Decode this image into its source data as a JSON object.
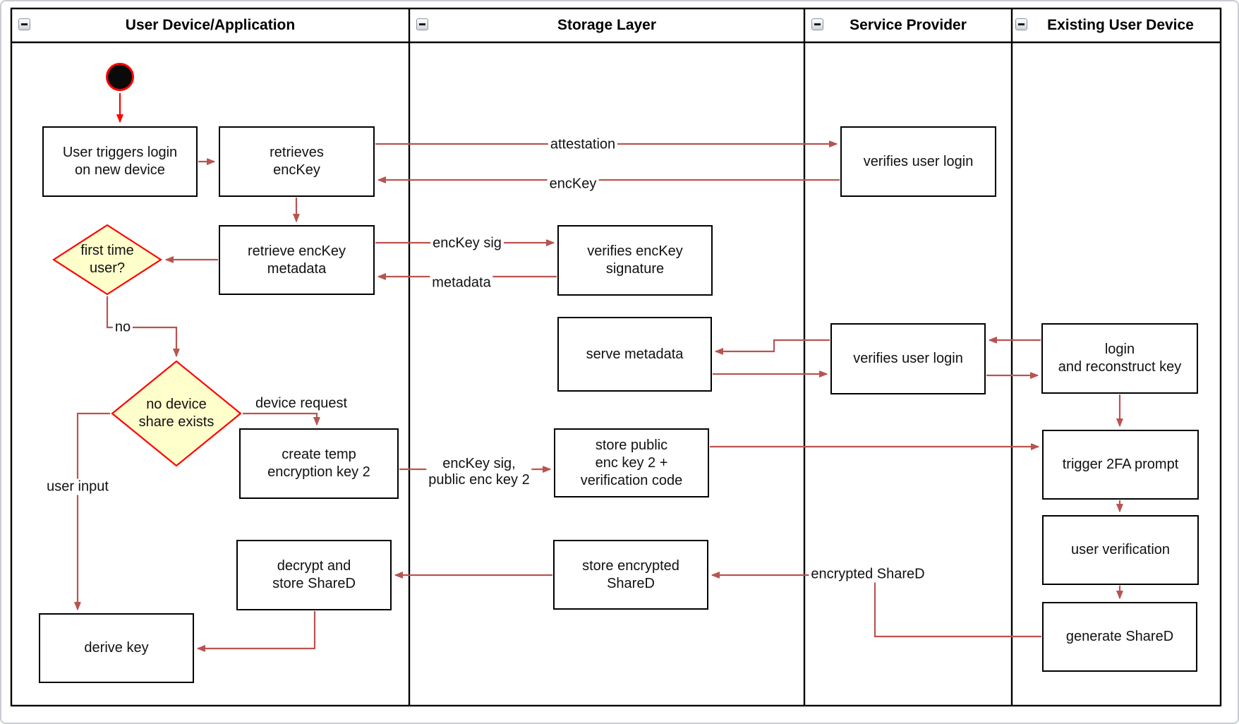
{
  "lanes": [
    {
      "id": "user-device",
      "title": "User Device/Application"
    },
    {
      "id": "storage-layer",
      "title": "Storage Layer"
    },
    {
      "id": "service-provider",
      "title": "Service Provider"
    },
    {
      "id": "existing-user-device",
      "title": "Existing User Device"
    }
  ],
  "nodes": {
    "user_triggers_login": "User triggers login\non new device",
    "retrieves_enckey": "retrieves\nencKey",
    "verifies_user_login_top": "verifies user login",
    "retrieve_enckey_metadata": "retrieve encKey\nmetadata",
    "verifies_enckey_signature": "verifies encKey\nsignature",
    "serve_metadata": "serve metadata",
    "verifies_user_login_mid": "verifies user login",
    "login_and_reconstruct_key": "login\nand reconstruct key",
    "create_temp_encryption_key_2": "create temp\nencryption key 2",
    "store_public_enc_key_2": "store public\nenc key 2 +\nverification code",
    "trigger_2fa_prompt": "trigger 2FA prompt",
    "user_verification": "user verification",
    "generate_shared": "generate ShareD",
    "decrypt_and_store_shared": "decrypt and\nstore ShareD",
    "store_encrypted_shared": "store encrypted\nShareD",
    "derive_key": "derive key"
  },
  "decisions": {
    "first_time_user": "first time\nuser?",
    "no_device_share_exists": "no device\nshare exists"
  },
  "edge_labels": {
    "attestation": "attestation",
    "enckey": "encKey",
    "enckey_sig": "encKey sig",
    "metadata": "metadata",
    "no": "no",
    "device_request": "device request",
    "user_input": "user input",
    "enckey_sig_public_key": "encKey sig,\npublic enc key 2",
    "encrypted_shared": "encrypted ShareD"
  },
  "colors": {
    "flow_arrow": "#b85450",
    "accent_red": "#ff0000",
    "decision_fill": "#ffffcc",
    "decision_border": "#ff0000",
    "node_border": "#000000"
  }
}
